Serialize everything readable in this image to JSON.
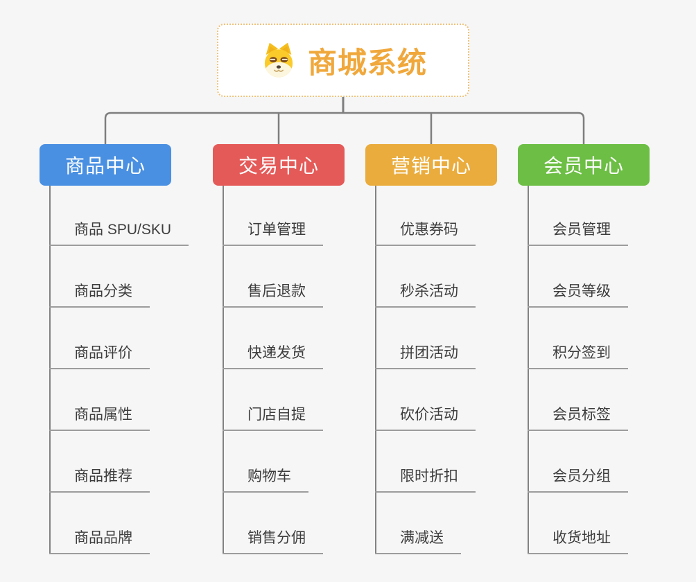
{
  "canvas": {
    "background": "#F6F6F6",
    "connector_color": "#7E7E7E",
    "underline_color": "#9C9C9C",
    "leaf_text_color": "#3D3D3D"
  },
  "root": {
    "label": "商城系统",
    "text_color": "#F0A83C",
    "border_color": "#EFC27B",
    "background": "#FFFFFF",
    "icon": "doge-icon"
  },
  "branches": [
    {
      "label": "商品中心",
      "color": "#4A90E2",
      "items": [
        "商品 SPU/SKU",
        "商品分类",
        "商品评价",
        "商品属性",
        "商品推荐",
        "商品品牌"
      ]
    },
    {
      "label": "交易中心",
      "color": "#E45A58",
      "items": [
        "订单管理",
        "售后退款",
        "快递发货",
        "门店自提",
        "购物车",
        "销售分佣"
      ]
    },
    {
      "label": "营销中心",
      "color": "#EAAC3D",
      "items": [
        "优惠券码",
        "秒杀活动",
        "拼团活动",
        "砍价活动",
        "限时折扣",
        "满减送"
      ]
    },
    {
      "label": "会员中心",
      "color": "#6CBE44",
      "items": [
        "会员管理",
        "会员等级",
        "积分签到",
        "会员标签",
        "会员分组",
        "收货地址"
      ]
    }
  ]
}
